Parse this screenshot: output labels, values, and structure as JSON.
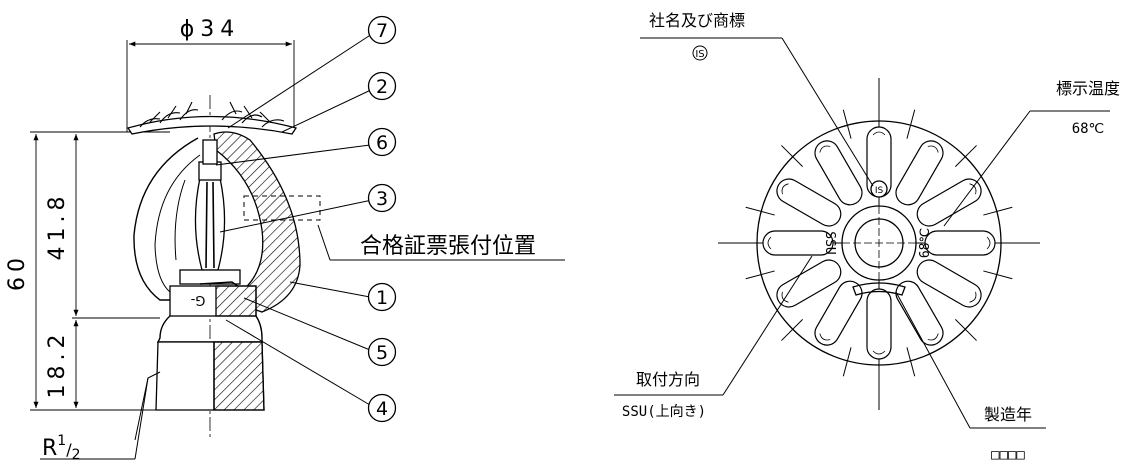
{
  "left": {
    "dims": {
      "diameter": "ϕ34",
      "total_height": "60",
      "upper_height": "41.8",
      "lower_height": "18.2"
    },
    "thread": {
      "base": "R",
      "sup": "1",
      "sub": "2"
    },
    "callouts": [
      "7",
      "2",
      "6",
      "3",
      "1",
      "5",
      "4"
    ],
    "label_cert": "合格証票張付位置",
    "body_mark": "G-"
  },
  "right": {
    "company_label": "社名及び商標",
    "company_mark": "IS",
    "temp_label": "標示温度",
    "temp_value": "68℃",
    "direction_label": "取付方向",
    "direction_value": "SSU(上向き)",
    "year_label": "製造年",
    "year_value": "□□□□",
    "deflector_ssu": "SSU",
    "deflector_temp": "68℃",
    "deflector_mark": "IS"
  }
}
